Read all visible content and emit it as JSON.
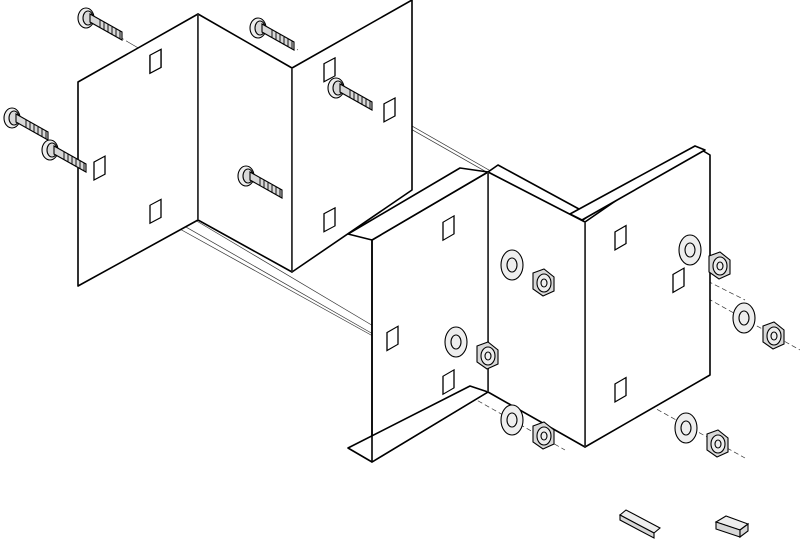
{
  "colors": {
    "line": "#000000",
    "metal": "#d8d8d8",
    "background": "#ffffff"
  },
  "icons": {
    "bolt": "carriage-bolt-icon",
    "washer": "washer-icon",
    "nut": "hex-nut-icon",
    "key": "hex-key-icon",
    "spacer": "spacer-block-icon"
  },
  "parts": {
    "bolts": 6,
    "washers": 6,
    "nuts": 6,
    "brackets": 2
  }
}
